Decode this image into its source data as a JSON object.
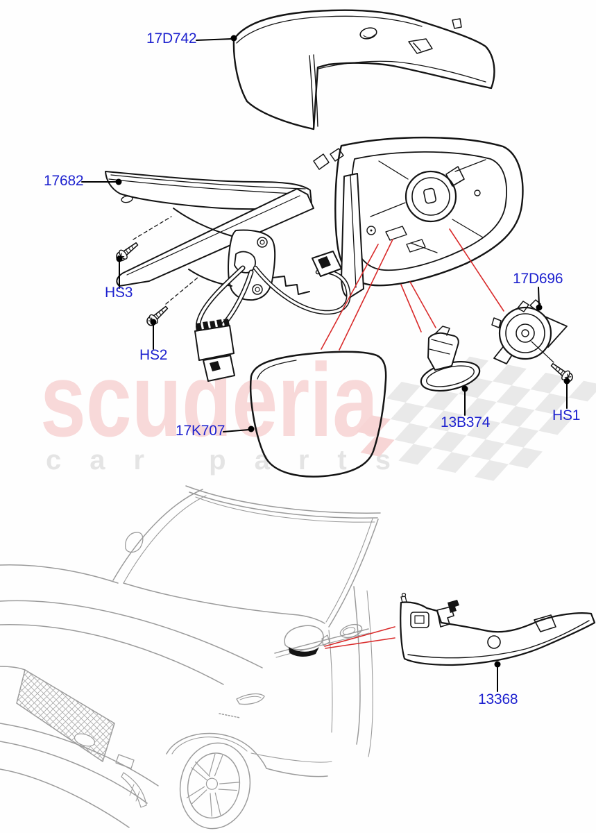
{
  "brand": {
    "name": "scuderia",
    "tagline": "car parts"
  },
  "diagram": {
    "description": "Exterior rear view mirror exploded parts diagram with vehicle location view"
  },
  "labels": [
    {
      "text": "17D742"
    },
    {
      "text": "17682"
    },
    {
      "text": "HS3"
    },
    {
      "text": "HS2"
    },
    {
      "text": "17K707"
    },
    {
      "text": "13B374"
    },
    {
      "text": "HS1"
    },
    {
      "text": "17D696"
    },
    {
      "text": "13368"
    }
  ],
  "colors": {
    "part_label": "#1e22cf",
    "leader_line": "#000000",
    "callout_line": "#d92b2b",
    "part_line": "#141414",
    "vehicle_line": "#9b9b9b",
    "watermark_pink": "#f8d9d9",
    "watermark_gray": "#e4e4e4",
    "flag_gray": "#e9e9e9",
    "flag_pink": "#f7d5d5"
  }
}
